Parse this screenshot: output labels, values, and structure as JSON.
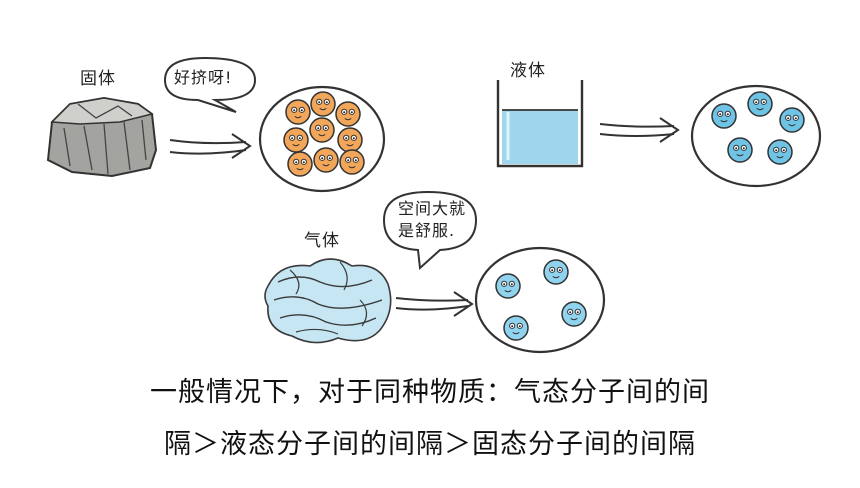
{
  "solid": {
    "label": "固体",
    "bubble": "好挤呀!"
  },
  "liquid": {
    "label": "液体"
  },
  "gas": {
    "label": "气体",
    "bubble_line1": "空间大就",
    "bubble_line2": "是舒服."
  },
  "caption": {
    "line1": "一般情况下，对于同种物质：气态分子间的间",
    "line2": "隔＞液态分子间的间隔＞固态分子间的间隔"
  },
  "colors": {
    "solid_molecule": "#f2a65a",
    "liquid_molecule": "#6fc4e6",
    "gas_molecule": "#8fd3ee",
    "water": "#9fd6ee",
    "rock": "#9a9a98",
    "cloud": "#bfe2f2"
  }
}
